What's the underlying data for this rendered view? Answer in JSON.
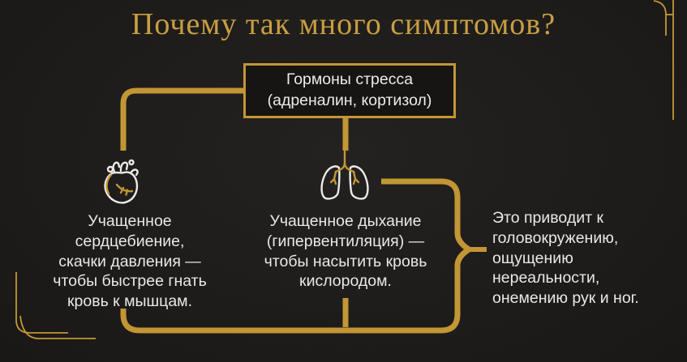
{
  "title": "Почему так много симптомов?",
  "root_box": {
    "text": "Гормоны стресса\n(адреналин, кортизол)"
  },
  "branches": {
    "heart": {
      "icon": "heart-icon",
      "text": "Учащенное\nсердцебиение,\nскачки давления —\nчтобы быстрее гнать\nкровь к мышцам."
    },
    "lungs": {
      "icon": "lungs-icon",
      "text": "Учащенное дыхание\n(гипервентиляция) —\nчтобы насытить кровь\nкислородом."
    },
    "result": {
      "text": "Это приводит к\nголовокружению,\nощущению\nнереальности,\nонемению рук и ног."
    }
  },
  "colors": {
    "background": "#1e1c1a",
    "gold_lines": "#c39635",
    "title_gold": "#c99e43",
    "body_text": "#e9e8e5"
  }
}
